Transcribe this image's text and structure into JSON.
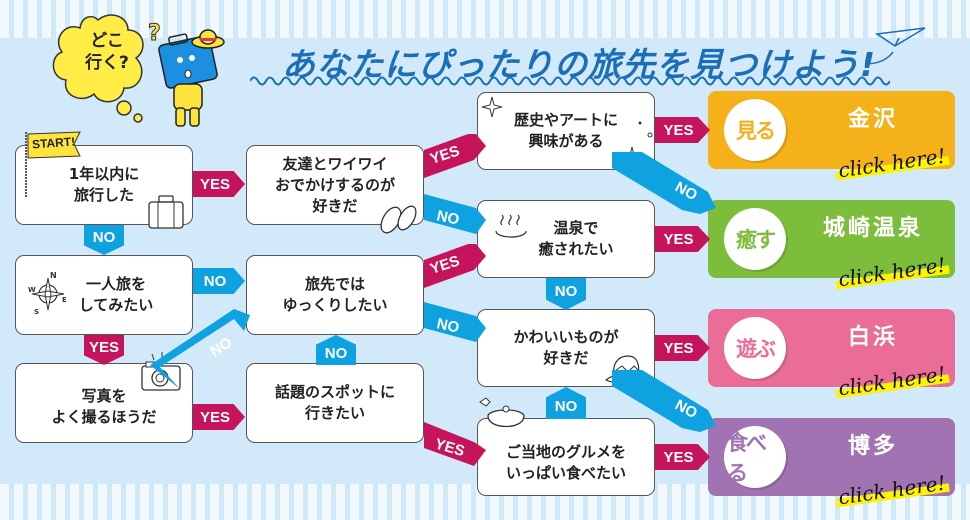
{
  "header": {
    "title": "あなたにぴったりの旅先を見つけよう!",
    "bubble_text_line1": "どこ",
    "bubble_text_line2": "行く?"
  },
  "flow": {
    "start_label": "START!",
    "questions": {
      "q1": "1年以内に\n旅行した",
      "q2": "一人旅を\nしてみたい",
      "q3": "写真を\nよく撮るほうだ",
      "q4": "友達とワイワイ\nおでかけするのが\n好きだ",
      "q5": "旅先では\nゆっくりしたい",
      "q6": "話題のスポットに\n行きたい",
      "q7": "歴史やアートに\n興味がある",
      "q8": "温泉で\n癒されたい",
      "q9": "かわいいものが\n好きだ",
      "q10": "ご当地のグルメを\nいっぱい食べたい"
    },
    "yes_label": "YES",
    "no_label": "NO"
  },
  "results": [
    {
      "badge": "見る",
      "place": "金沢",
      "cta": "click here!",
      "color": "#f5b11a"
    },
    {
      "badge": "癒す",
      "place": "城崎温泉",
      "cta": "click here!",
      "color": "#7dbd3c"
    },
    {
      "badge": "遊ぶ",
      "place": "白浜",
      "cta": "click here!",
      "color": "#ea6d98"
    },
    {
      "badge": "食べる",
      "place": "博多",
      "cta": "click here!",
      "color": "#a173b2"
    }
  ],
  "colors": {
    "yes": "#c6145c",
    "no": "#0ea2e0",
    "title": "#1b6fb8",
    "background": "#d2e9f9"
  }
}
